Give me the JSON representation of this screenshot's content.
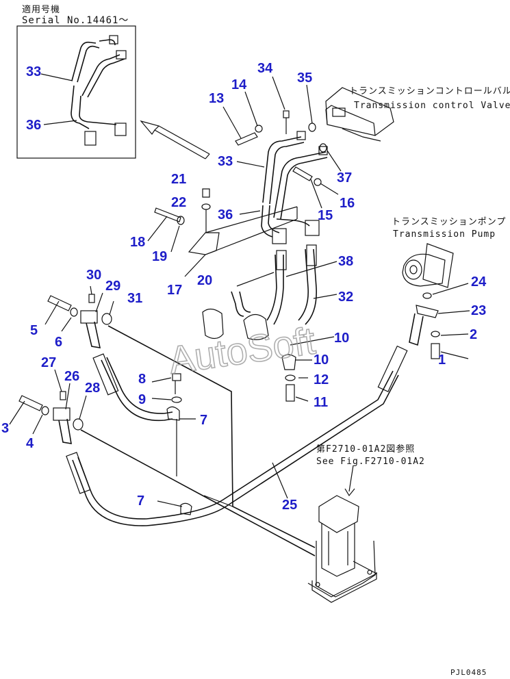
{
  "header": {
    "applicable_label": "適用号機",
    "serial_label": "Serial No.14461～"
  },
  "annotations": {
    "valve_jp": "トランスミッションコントロールバルブ",
    "valve_en": "Transmission control Valve",
    "pump_jp": "トランスミッションポンプ",
    "pump_en": "Transmission Pump",
    "ref_jp": "第F2710-01A2図参照",
    "ref_en": "See Fig.F2710-01A2",
    "drawing_code": "PJL0485",
    "watermark": "AutoSoft"
  },
  "callouts": {
    "inset_33": "33",
    "inset_36": "36",
    "c1": "1",
    "c2": "2",
    "c3": "3",
    "c4": "4",
    "c5": "5",
    "c6": "6",
    "c7a": "7",
    "c7b": "7",
    "c8": "8",
    "c9": "9",
    "c10a": "10",
    "c10b": "10",
    "c11": "11",
    "c12": "12",
    "c13": "13",
    "c14": "14",
    "c15": "15",
    "c16": "16",
    "c17": "17",
    "c18": "18",
    "c19": "19",
    "c20": "20",
    "c21": "21",
    "c22": "22",
    "c23": "23",
    "c24": "24",
    "c25": "25",
    "c26": "26",
    "c27": "27",
    "c28": "28",
    "c29": "29",
    "c30": "30",
    "c31": "31",
    "c32": "32",
    "c33": "33",
    "c34": "34",
    "c35": "35",
    "c36": "36",
    "c37": "37",
    "c38": "38"
  },
  "colors": {
    "callout": "#1d1dc8",
    "line": "#111111",
    "watermark": "#9a9a9a"
  }
}
